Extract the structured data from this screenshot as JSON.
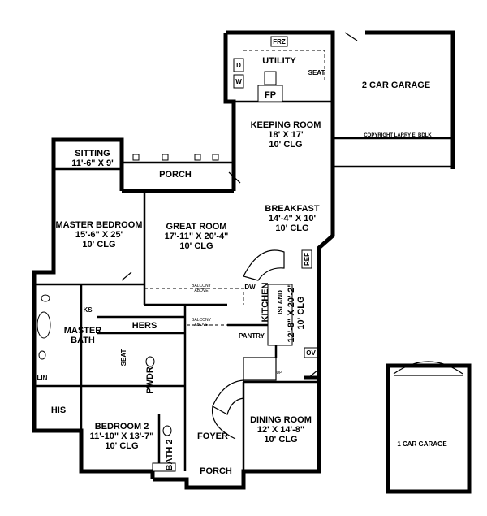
{
  "rooms": {
    "utility": {
      "name": "UTILITY"
    },
    "garage2": {
      "name": "2 CAR GARAGE"
    },
    "copyright": "COPYRIGHT LARRY E. BDLK",
    "keeping": {
      "name": "KEEPING ROOM",
      "dims": "18' X 17'",
      "clg": "10' CLG"
    },
    "sitting": {
      "name": "SITTING",
      "dims": "11'-6\" X 9'"
    },
    "porch_rear": {
      "name": "PORCH"
    },
    "breakfast": {
      "name": "BREAKFAST",
      "dims": "14'-4\" X 10'",
      "clg": "10' CLG"
    },
    "master_bed": {
      "name": "MASTER BEDROOM",
      "dims": "15'-6\" X 25'",
      "clg": "10' CLG"
    },
    "great": {
      "name": "GREAT ROOM",
      "dims": "17'-11\" X 20'-4\"",
      "clg": "10' CLG"
    },
    "kitchen": {
      "name": "KITCHEN",
      "dims": "12'-8\" X 20'-2\"",
      "clg": "10' CLG"
    },
    "island": {
      "name": "ISLAND"
    },
    "master_bath": {
      "name1": "MASTER",
      "name2": "BATH"
    },
    "hers": {
      "name": "HERS"
    },
    "his": {
      "name": "HIS"
    },
    "pantry": {
      "name": "PANTRY"
    },
    "pwdr": {
      "name": "PWDR"
    },
    "bedroom2": {
      "name": "BEDROOM 2",
      "dims": "11'-10\" X 13'-7\"",
      "clg": "10' CLG"
    },
    "bath2": {
      "name": "BATH 2"
    },
    "foyer": {
      "name": "FOYER"
    },
    "dining": {
      "name": "DINING ROOM",
      "dims": "12' X 14'-8\"",
      "clg": "10' CLG"
    },
    "porch_front": {
      "name": "PORCH"
    },
    "garage1": {
      "name": "1 CAR GARAGE"
    }
  },
  "fixtures": {
    "frz": "FRZ",
    "d": "D",
    "w": "W",
    "seat_utility": "SEAT",
    "fp": "FP",
    "ref": "REF",
    "dw": "DW",
    "ov": "OV",
    "ks": "KS",
    "lin": "LIN",
    "seat_hall": "SEAT",
    "up": "UP"
  },
  "notes": {
    "balcony1_a": "BALCONY",
    "balcony1_b": "ABOVE",
    "balcony2_a": "BALCONY",
    "balcony2_b": "ABOVE"
  }
}
